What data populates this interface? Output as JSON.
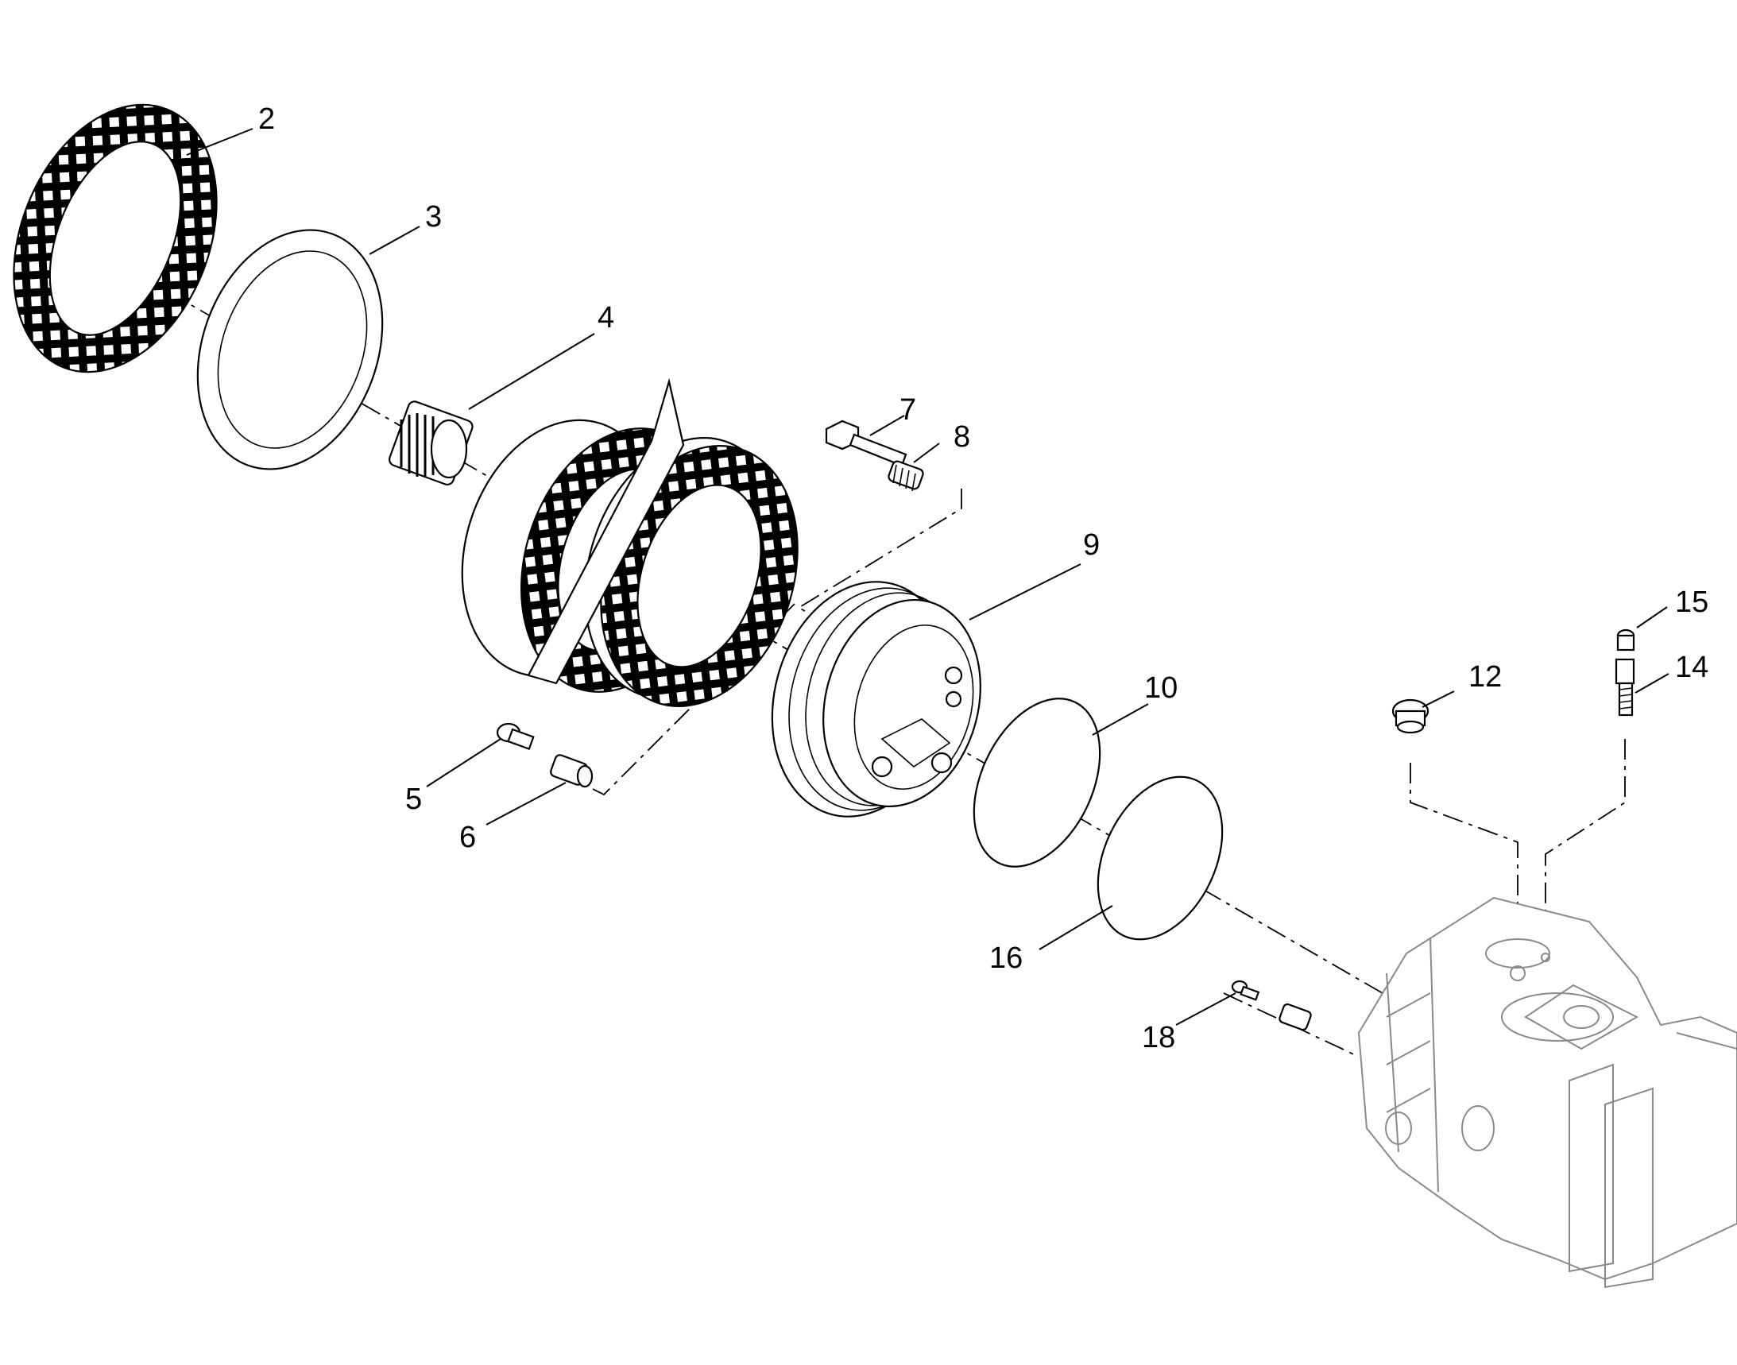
{
  "diagram": {
    "callouts": [
      "2",
      "3",
      "4",
      "5",
      "6",
      "7",
      "8",
      "9",
      "10",
      "12",
      "14",
      "15",
      "16",
      "18"
    ]
  }
}
